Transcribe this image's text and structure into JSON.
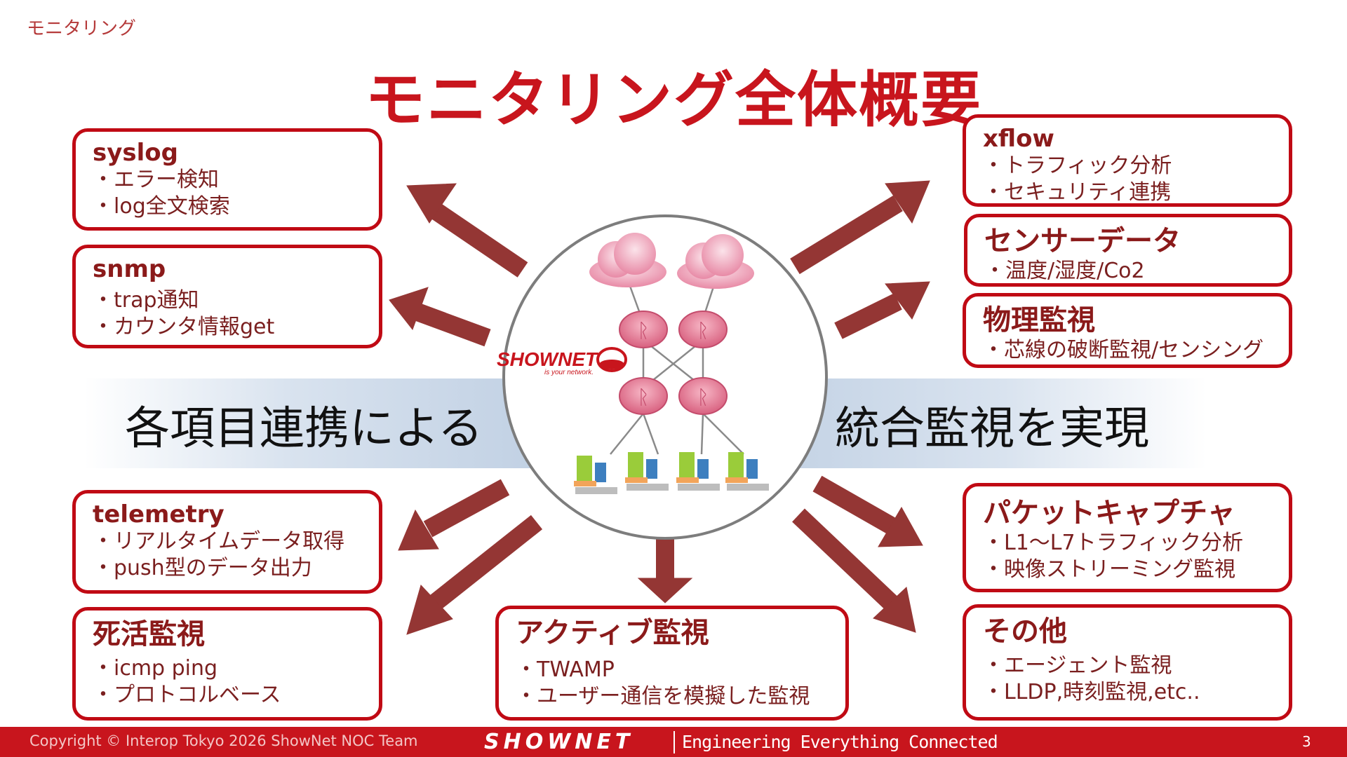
{
  "header": {
    "breadcrumb": "モニタリング",
    "title": "モニタリング全体概要"
  },
  "band": {
    "left_text": "各項目連携による",
    "right_text": "統合監視を実現"
  },
  "cards": {
    "syslog": {
      "title": "syslog",
      "items": [
        "エラー検知",
        "log全文検索"
      ]
    },
    "snmp": {
      "title": "snmp",
      "items": [
        "trap通知",
        "カウンタ情報get"
      ]
    },
    "telemetry": {
      "title": "telemetry",
      "items": [
        "リアルタイムデータ取得",
        "push型のデータ出力"
      ]
    },
    "alive": {
      "title": "死活監視",
      "items": [
        "icmp ping",
        "プロトコルベース"
      ]
    },
    "active": {
      "title": "アクティブ監視",
      "items": [
        "TWAMP",
        "ユーザー通信を模擬した監視"
      ]
    },
    "xflow": {
      "title": "xflow",
      "items": [
        "トラフィック分析",
        "セキュリティ連携"
      ]
    },
    "sensor": {
      "title": "センサーデータ",
      "items": [
        "温度/湿度/Co2"
      ]
    },
    "physical": {
      "title": "物理監視",
      "items": [
        "芯線の破断監視/センシング"
      ]
    },
    "packet": {
      "title": "パケットキャプチャ",
      "items": [
        "L1〜L7トラフィック分析",
        "映像ストリーミング監視"
      ]
    },
    "other": {
      "title": "その他",
      "items": [
        "エージェント監視",
        "LLDP,時刻監視,etc.."
      ]
    }
  },
  "logo": {
    "name": "SHOWNET",
    "tagline": "is your network."
  },
  "colors": {
    "accent": "#c8151d",
    "arrow": "#943634",
    "card_border": "#c00a14",
    "band": "#b7c9df"
  },
  "footer": {
    "copyright": "Copyright © Interop Tokyo 2026 ShowNet NOC Team",
    "brand": "SHOWNET",
    "tagline": "Engineering Everything Connected",
    "page_number": "3"
  }
}
